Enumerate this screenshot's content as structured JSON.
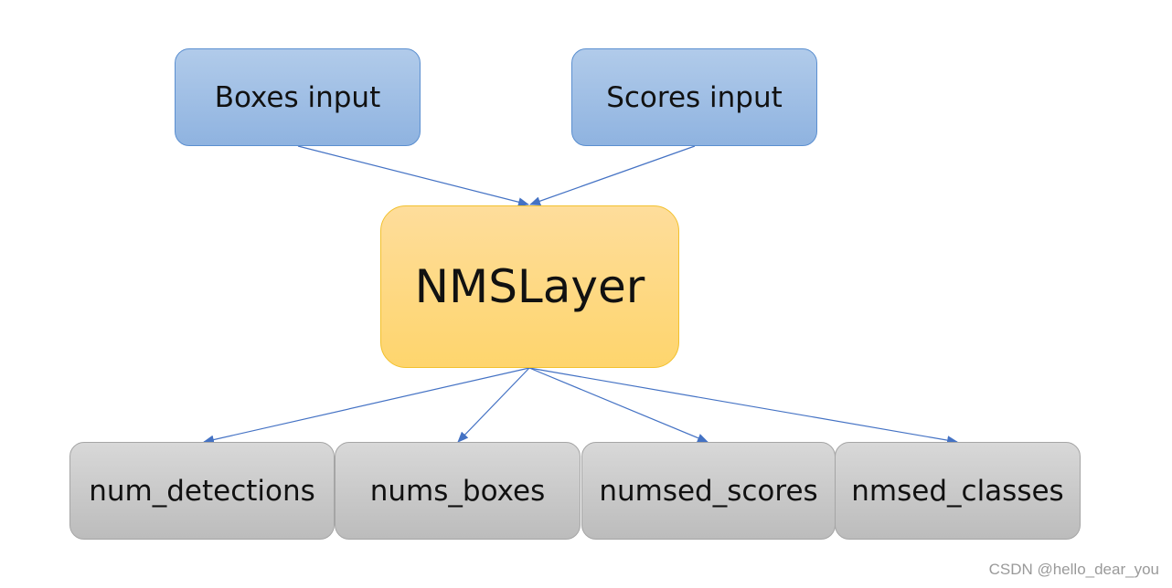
{
  "inputs": {
    "boxes": "Boxes input",
    "scores": "Scores input"
  },
  "layer": {
    "name": "NMSLayer"
  },
  "outputs": {
    "num_detections": "num_detections",
    "nums_boxes": "nums_boxes",
    "numsed_scores": "numsed_scores",
    "nmsed_classes": "nmsed_classes"
  },
  "watermark": "CSDN @hello_dear_you",
  "colors": {
    "input_fill": "#9dbde5",
    "layer_fill": "#fed97e",
    "output_fill": "#c9c9c9",
    "arrow": "#4472c4"
  }
}
